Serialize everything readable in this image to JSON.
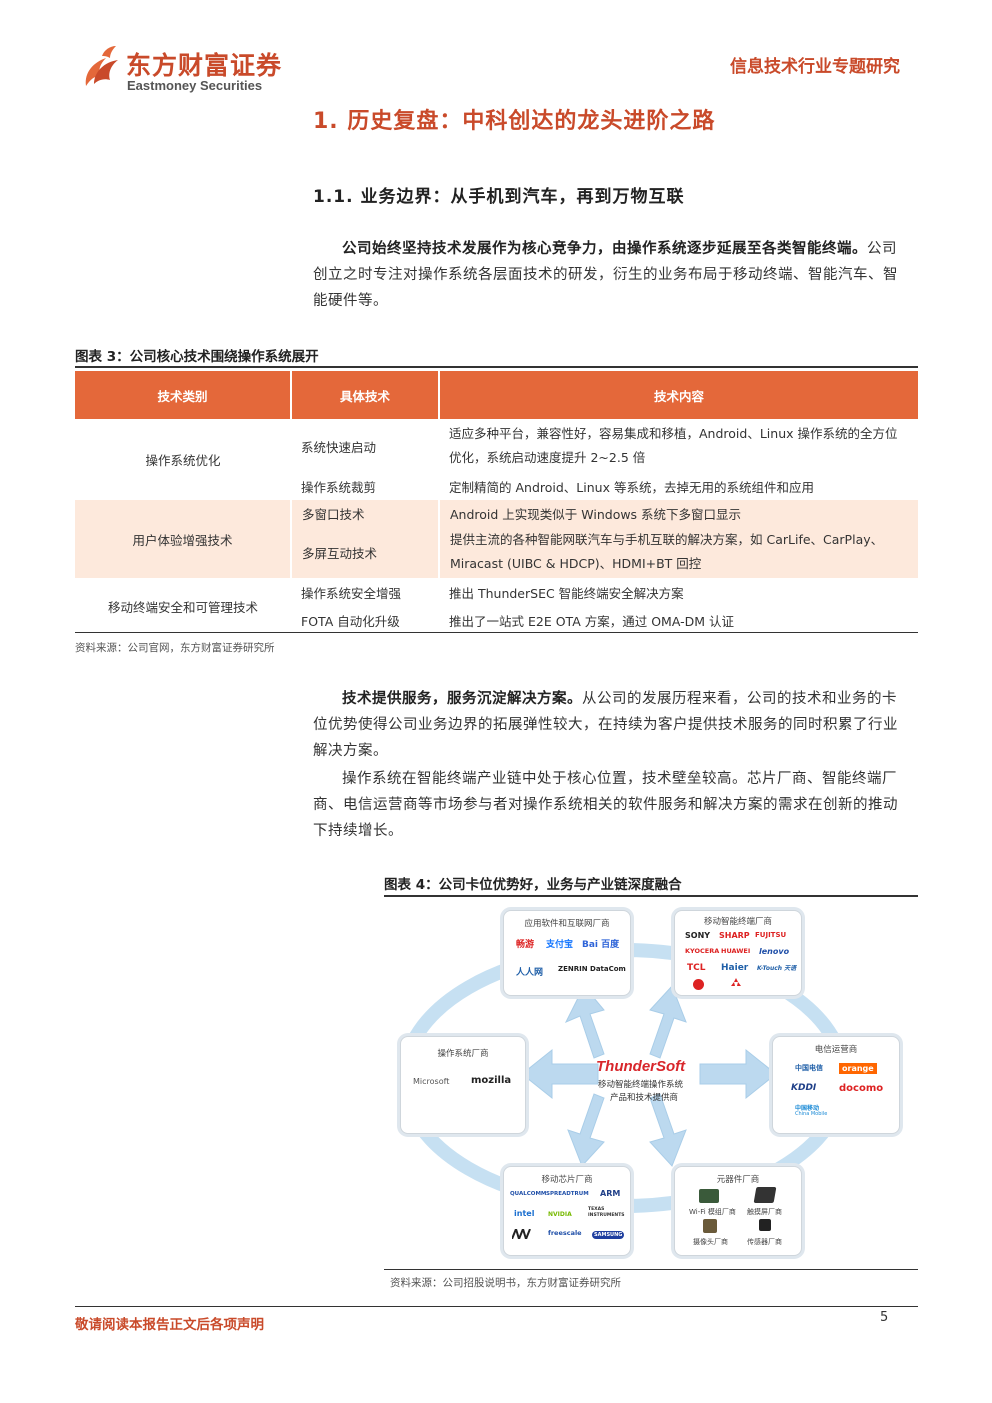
{
  "header": {
    "logo_cn": "东方财富证券",
    "logo_en": "Eastmoney Securities",
    "report_type": "信息技术行业专题研究"
  },
  "section": {
    "h1": "1. 历史复盘：中科创达的龙头进阶之路",
    "h2": "1.1.  业务边界：从手机到汽车，再到万物互联"
  },
  "para1": {
    "bold": "公司始终坚持技术发展作为核心竞争力，由操作系统逐步延展至各类智能终端。",
    "text": "公司创立之时专注对操作系统各层面技术的研发，衍生的业务布局于移动终端、智能汽车、智能硬件等。"
  },
  "figure3": {
    "title": "图表 3：公司核心技术围绕操作系统展开",
    "headers": [
      "技术类别",
      "具体技术",
      "技术内容"
    ],
    "groups": [
      {
        "category": "操作系统优化",
        "rows": [
          {
            "tech": "系统快速启动",
            "content": "适应多种平台，兼容性好，容易集成和移植，Android、Linux 操作系统的全方位优化，系统启动速度提升 2~2.5 倍"
          },
          {
            "tech": "操作系统裁剪",
            "content": "定制精简的 Android、Linux 等系统，去掉无用的系统组件和应用"
          }
        ]
      },
      {
        "category": "用户体验增强技术",
        "rows": [
          {
            "tech": "多窗口技术",
            "content": "Android 上实现类似于 Windows 系统下多窗口显示"
          },
          {
            "tech": "多屏互动技术",
            "content": "提供主流的各种智能网联汽车与手机互联的解决方案，如 CarLife、CarPlay、Miracast (UIBC & HDCP)、HDMI+BT 回控"
          }
        ]
      },
      {
        "category": "移动终端安全和可管理技术",
        "rows": [
          {
            "tech": "操作系统安全增强",
            "content": "推出 ThunderSEC 智能终端安全解决方案"
          },
          {
            "tech": "FOTA 自动化升级",
            "content": "推出了一站式 E2E OTA 方案，通过 OMA-DM 认证"
          }
        ]
      }
    ],
    "source": "资料来源：公司官网，东方财富证券研究所"
  },
  "para2": {
    "bold": "技术提供服务，服务沉淀解决方案。",
    "text": "从公司的发展历程来看，公司的技术和业务的卡位优势使得公司业务边界的拓展弹性较大，在持续为客户提供技术服务的同时积累了行业解决方案。"
  },
  "para3": {
    "text": "操作系统在智能终端产业链中处于核心位置，技术壁垒较高。芯片厂商、智能终端厂商、电信运营商等市场参与者对操作系统相关的软件服务和解决方案的需求在创新的推动下持续增长。"
  },
  "figure4": {
    "title": "图表 4：公司卡位优势好，业务与产业链深度融合",
    "center_logo": "ThunderSoft",
    "center_line1": "移动智能终端操作系统",
    "center_line2": "产品和技术提供商",
    "cards": {
      "apps": {
        "title": "应用软件和互联网厂商",
        "brands": [
          "畅游",
          "支付宝",
          "Bai 百度",
          "人人网",
          "ZENRIN DataCom"
        ]
      },
      "devices": {
        "title": "移动智能终端厂商",
        "brands": [
          "SONY",
          "SHARP",
          "FUJITSU",
          "KYOCERA",
          "HUAWEI",
          "lenovo",
          "TCL",
          "Haier",
          "K-Touch 天语"
        ]
      },
      "os": {
        "title": "操作系统厂商",
        "brands": [
          "Microsoft",
          "mozilla"
        ]
      },
      "telecom": {
        "title": "电信运营商",
        "brands": [
          "中国电信",
          "orange",
          "KDDI",
          "docomo",
          "中国移动",
          "China Mobile"
        ]
      },
      "chips": {
        "title": "移动芯片厂商",
        "brands": [
          "QUALCOMM",
          "SPREADTRUM",
          "ARM",
          "intel",
          "NVIDIA",
          "TEXAS INSTRUMENTS",
          "freescale",
          "SAMSUNG"
        ]
      },
      "components": {
        "title": "元器件厂商",
        "labels": [
          "Wi-Fi 模组厂商",
          "触摸屏厂商",
          "摄像头厂商",
          "传感器厂商"
        ]
      }
    },
    "source": "资料来源：公司招股说明书，东方财富证券研究所"
  },
  "footer": {
    "disclaimer": "敬请阅读本报告正文后各项声明",
    "page": "5"
  },
  "colors": {
    "accent": "#c94a2a",
    "table_header": "#e4683a",
    "table_band": "#fde9dc",
    "arrow": "#bcd9ef"
  }
}
